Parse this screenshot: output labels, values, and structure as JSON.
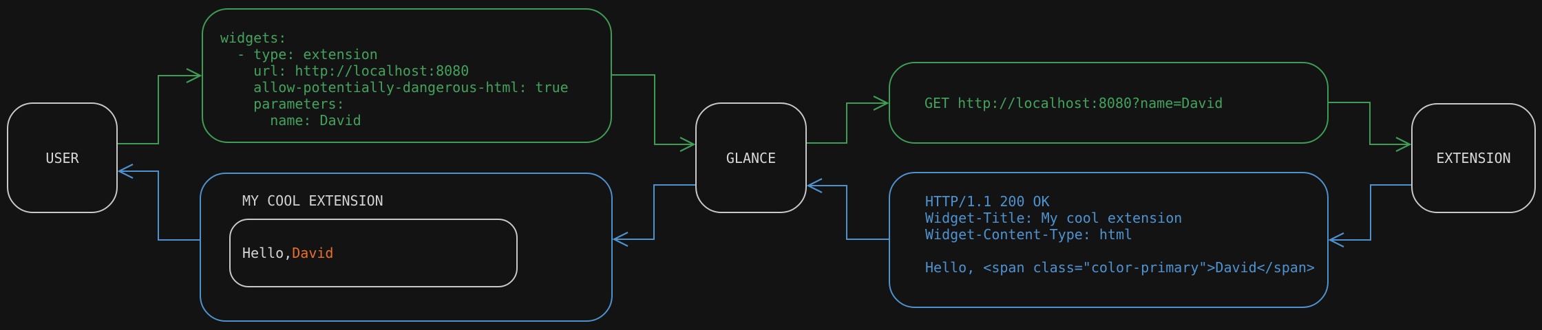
{
  "colors": {
    "background": "#131313",
    "request_green": "#3f9e55",
    "response_blue": "#4e93d0",
    "node_border_gray": "#c9c9c9",
    "text_gray": "#d6d6d6",
    "accent_orange": "#e8702a"
  },
  "nodes": {
    "user": {
      "label": "USER"
    },
    "glance": {
      "label": "GLANCE"
    },
    "extension": {
      "label": "EXTENSION"
    }
  },
  "config_box": {
    "text": "widgets:\n  - type: extension\n    url: http://localhost:8080\n    allow-potentially-dangerous-html: true\n    parameters:\n      name: David"
  },
  "request_box": {
    "text": "GET http://localhost:8080?name=David"
  },
  "response_box": {
    "text": "HTTP/1.1 200 OK\nWidget-Title: My cool extension\nWidget-Content-Type: html\n\nHello, <span class=\"color-primary\">David</span>"
  },
  "widget_box": {
    "title": "MY COOL EXTENSION",
    "greeting_prefix": "Hello, ",
    "greeting_name": "David"
  }
}
